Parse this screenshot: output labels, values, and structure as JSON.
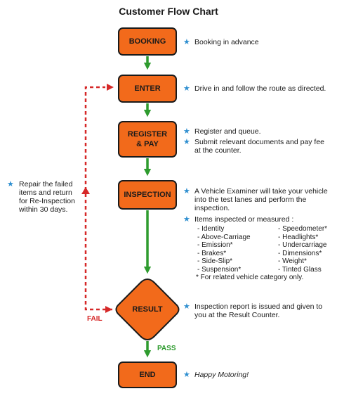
{
  "title": "Customer Flow Chart",
  "colors": {
    "box_fill": "#f26a1b",
    "box_stroke": "#1a1a1a",
    "green_arrow": "#2e9b2e",
    "red_dashed": "#d62828",
    "star": "#2f8fd0"
  },
  "steps": [
    {
      "id": "booking",
      "label": "BOOKING"
    },
    {
      "id": "enter",
      "label": "ENTER"
    },
    {
      "id": "register",
      "label_line1": "REGISTER",
      "label_line2": "& PAY"
    },
    {
      "id": "inspection",
      "label": "INSPECTION"
    },
    {
      "id": "result",
      "label": "RESULT"
    },
    {
      "id": "end",
      "label": "END"
    }
  ],
  "notes": {
    "booking": "Booking in advance",
    "enter": "Drive in and follow the route as directed.",
    "register_1": "Register and queue.",
    "register_2_line1": "Submit relevant documents and pay fee",
    "register_2_line2": "at the counter.",
    "inspection_1_line1": "A Vehicle Examiner will take your vehicle",
    "inspection_1_line2": "into the test lanes and perform the",
    "inspection_1_line3": "inspection.",
    "inspection_2": "Items inspected or measured :",
    "result_line1": "Inspection report is issued and given to",
    "result_line2": "you at the Result Counter.",
    "end": "Happy Motoring!",
    "repair_line1": "Repair the failed",
    "repair_line2": "items and return",
    "repair_line3": "for Re-Inspection",
    "repair_line4": "within 30 days."
  },
  "items_left": [
    "- Identity",
    "- Above-Carriage",
    "- Emission*",
    "- Brakes*",
    "- Side-Slip*",
    "- Suspension*"
  ],
  "items_right": [
    "- Speedometer*",
    "- Headlights*",
    "- Undercarriage",
    "- Dimensions*",
    "- Weight*",
    "- Tinted Glass"
  ],
  "footnote": "* For related vehicle category only.",
  "flow_labels": {
    "pass": "PASS",
    "fail": "FAIL"
  },
  "star_glyph": "★"
}
